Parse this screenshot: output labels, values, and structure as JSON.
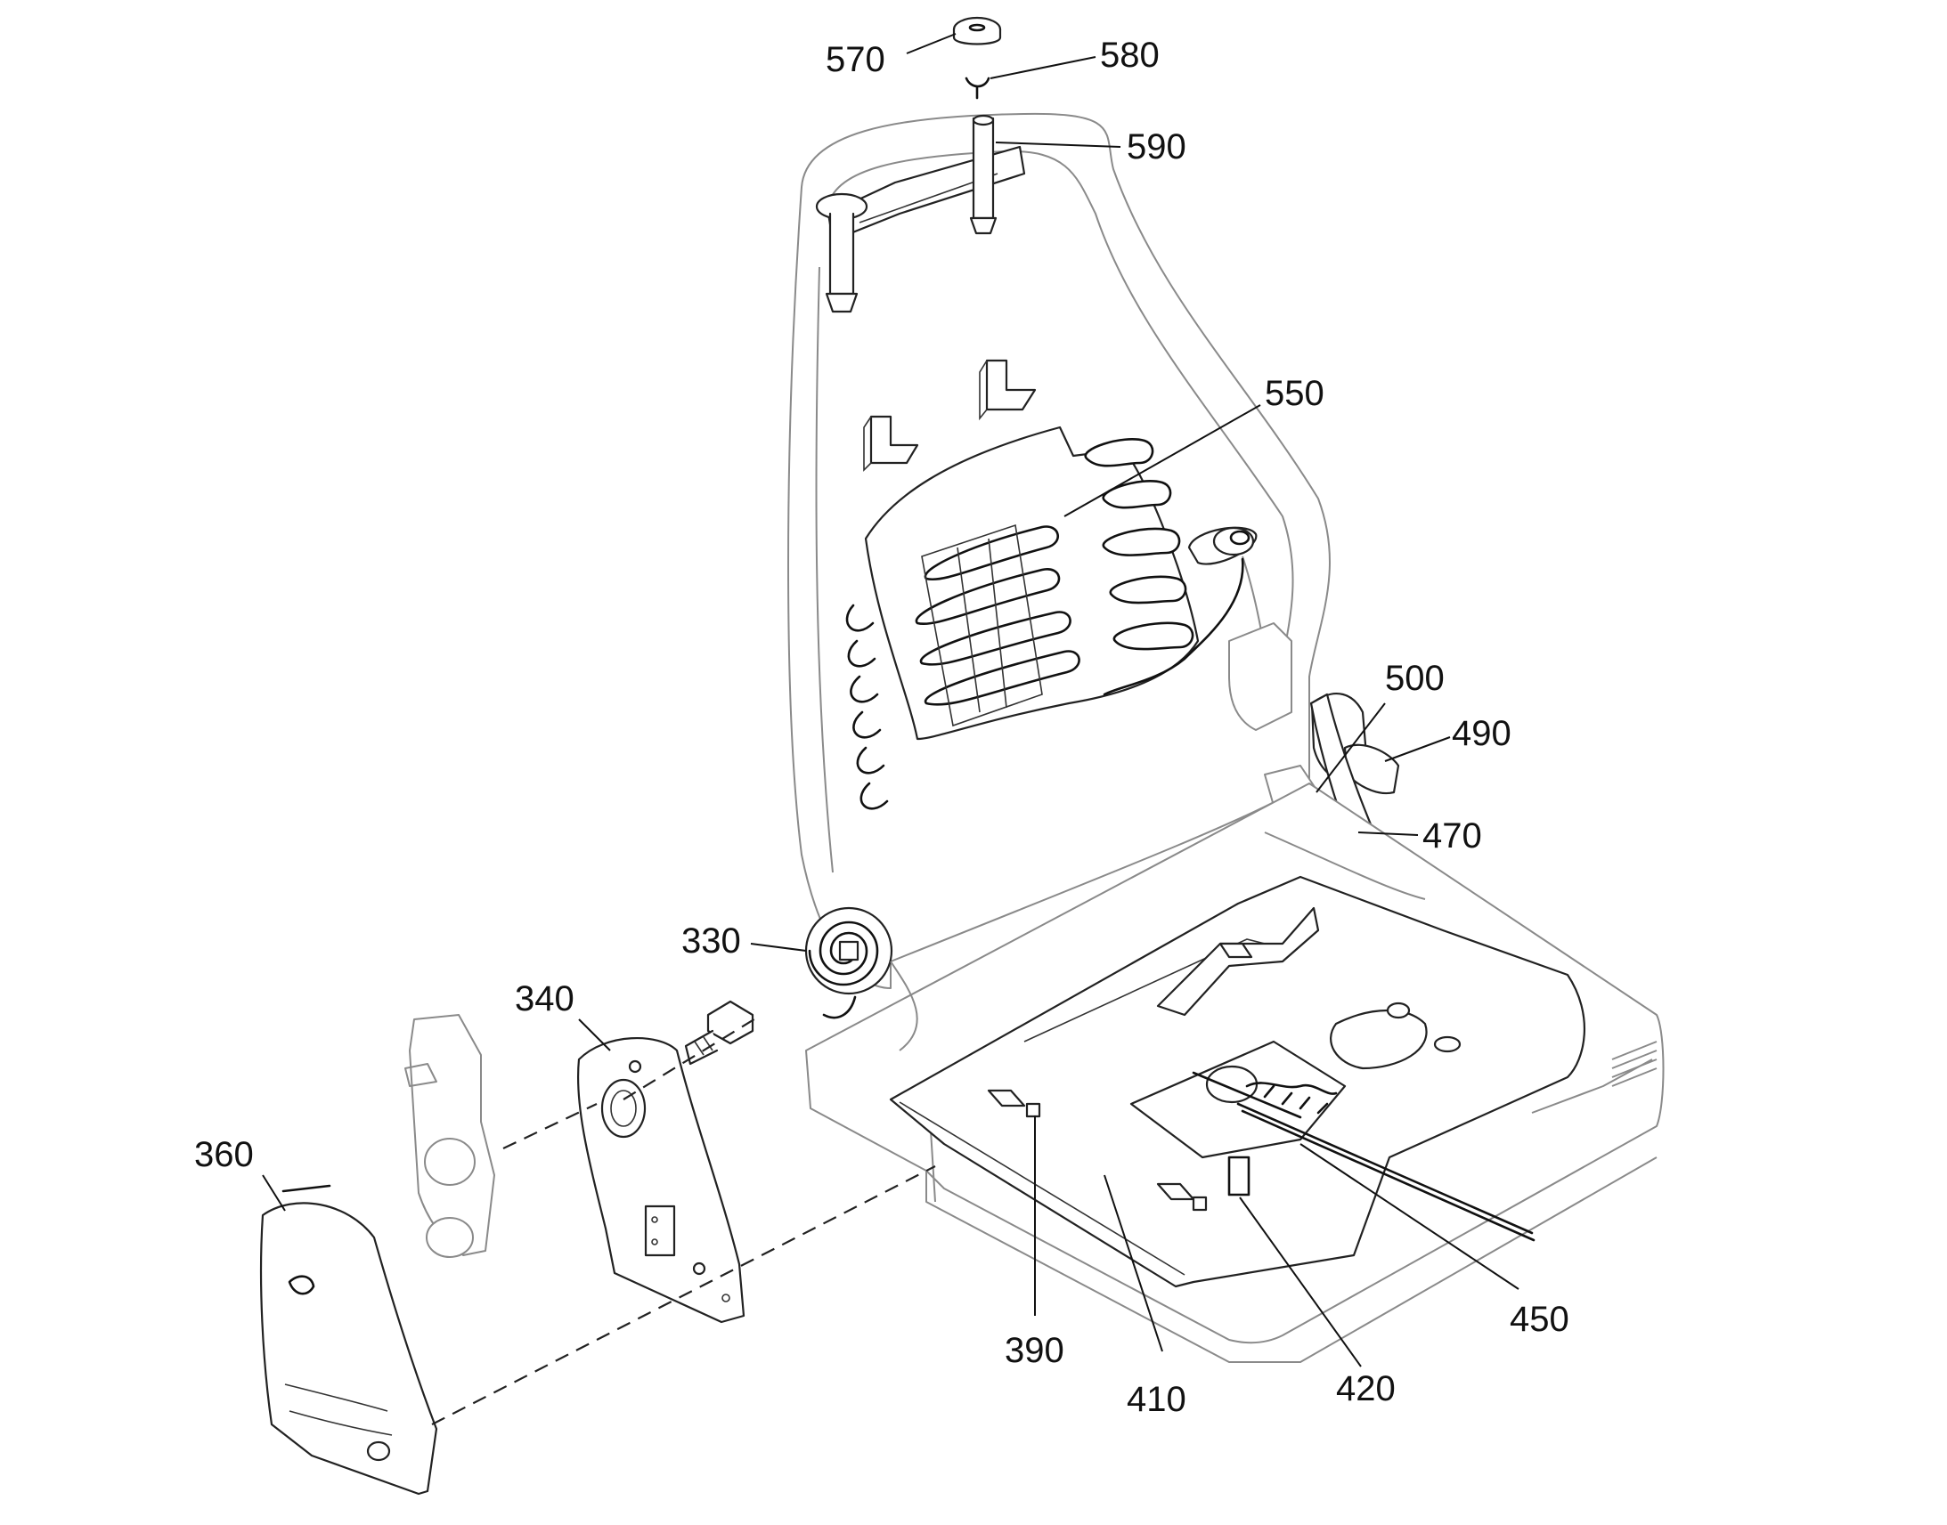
{
  "diagram": {
    "callouts": [
      {
        "id": "570",
        "label": "570"
      },
      {
        "id": "580",
        "label": "580"
      },
      {
        "id": "590",
        "label": "590"
      },
      {
        "id": "550",
        "label": "550"
      },
      {
        "id": "500",
        "label": "500"
      },
      {
        "id": "490",
        "label": "490"
      },
      {
        "id": "470",
        "label": "470"
      },
      {
        "id": "330",
        "label": "330"
      },
      {
        "id": "340",
        "label": "340"
      },
      {
        "id": "360",
        "label": "360"
      },
      {
        "id": "390",
        "label": "390"
      },
      {
        "id": "410",
        "label": "410"
      },
      {
        "id": "420",
        "label": "420"
      },
      {
        "id": "450",
        "label": "450"
      }
    ]
  },
  "colors": {
    "line": "#222222",
    "faint_line": "#8a8a8a",
    "background": "#ffffff"
  }
}
